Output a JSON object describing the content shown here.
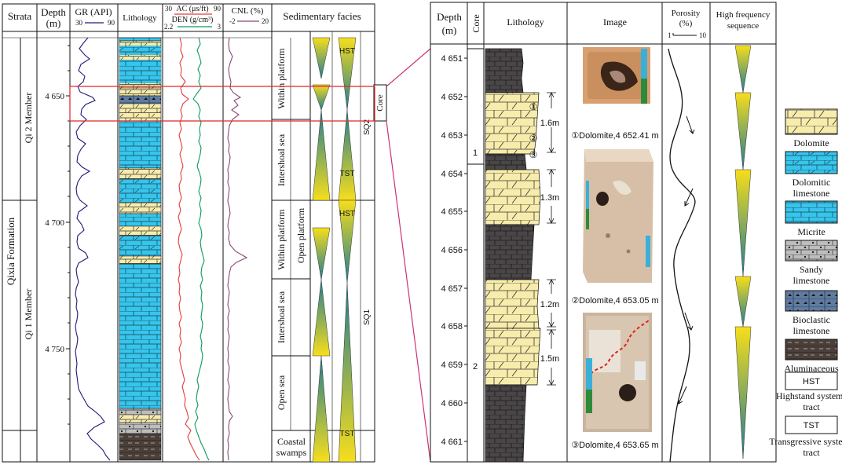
{
  "colors": {
    "dolomite": "#f7ecab",
    "dolomitic_limestone": "#36c5ec",
    "micrite": "#36c5ec",
    "sandy_limestone": "#bdbdbd",
    "bioclastic_limestone": "#5f7ca0",
    "mudstone": "#4a3f39",
    "gr_curve": "#1f1a7a",
    "ac_curve": "#e33b3b",
    "den_curve": "#0b9a5a",
    "cnl_curve": "#8a4775",
    "highlight": "#e03030",
    "connector": "#cc3377",
    "triangle_yellow": "#f6de1c",
    "triangle_teal": "#227f93"
  },
  "left_panel": {
    "headers": {
      "strata": "Strata",
      "depth": "Depth",
      "depth_unit": "(m)",
      "gr": "GR (API)",
      "gr_min": "30",
      "gr_max": "90",
      "lithology": "Lithology",
      "ac": "AC (μs/ft)",
      "ac_min": "30",
      "ac_max": "90",
      "den": "DEN (g/cm³)",
      "den_min": "2.2",
      "den_max": "3",
      "cnl": "CNL (%)",
      "cnl_min": "-2",
      "cnl_max": "20",
      "facies": "Sedimentary facies"
    },
    "formation": "Qixia Formation",
    "members": [
      "Qi 2 Member",
      "Qi 1 Member"
    ],
    "depth_ticks": [
      {
        "label": "4 650",
        "value": 4650
      },
      {
        "label": "4 700",
        "value": 4700
      },
      {
        "label": "4 750",
        "value": 4750
      }
    ],
    "subfacies": [
      "Within platform",
      "Intershoal sea",
      "Within platform",
      "Intershoal sea",
      "Open sea",
      "Coastal swamps"
    ],
    "facies_label": "Open platform",
    "tract_labels": [
      "HST",
      "TST",
      "HST",
      "TST"
    ],
    "sequence_labels": [
      "SQ2",
      "SQ1"
    ],
    "core_label": "Core"
  },
  "right_panel": {
    "headers": {
      "depth": "Depth",
      "depth_unit": "(m)",
      "core": "Core",
      "lithology": "Lithology",
      "image": "Image",
      "porosity": "Porosity",
      "porosity_unit": "(%)",
      "porosity_min": "1",
      "porosity_max": "10",
      "hfs": "High frequency",
      "hfs2": "sequence"
    },
    "depth_ticks": [
      {
        "label": "4 651",
        "value": 4651
      },
      {
        "label": "4 652",
        "value": 4652
      },
      {
        "label": "4 653",
        "value": 4653
      },
      {
        "label": "4 654",
        "value": 4654
      },
      {
        "label": "4 655",
        "value": 4655
      },
      {
        "label": "4 656",
        "value": 4656
      },
      {
        "label": "4 657",
        "value": 4657
      },
      {
        "label": "4 658",
        "value": 4658
      },
      {
        "label": "4 659",
        "value": 4659
      },
      {
        "label": "4 660",
        "value": 4660
      },
      {
        "label": "4 661",
        "value": 4661
      }
    ],
    "core_numbers": [
      "1",
      "2"
    ],
    "thicknesses": [
      "1.6m",
      "1.3m",
      "1.2m",
      "1.5m"
    ],
    "markers": [
      "①",
      "②",
      "③"
    ],
    "captions": [
      "①Dolomite,4 652.41 m",
      "②Dolomite,4 653.05 m",
      "③Dolomite,4 653.65 m"
    ]
  },
  "legend": [
    {
      "label": "Dolomite"
    },
    {
      "label": "Dolomitic limestone"
    },
    {
      "label": "Micrite"
    },
    {
      "label": "Sandy limestone"
    },
    {
      "label": "Bioclastic limestone"
    },
    {
      "label": "Aluminaceous mudstone"
    },
    {
      "label": "Highstand systems tract",
      "symbol": "HST"
    },
    {
      "label": "Transgressive systems tract",
      "symbol": "TST"
    }
  ]
}
